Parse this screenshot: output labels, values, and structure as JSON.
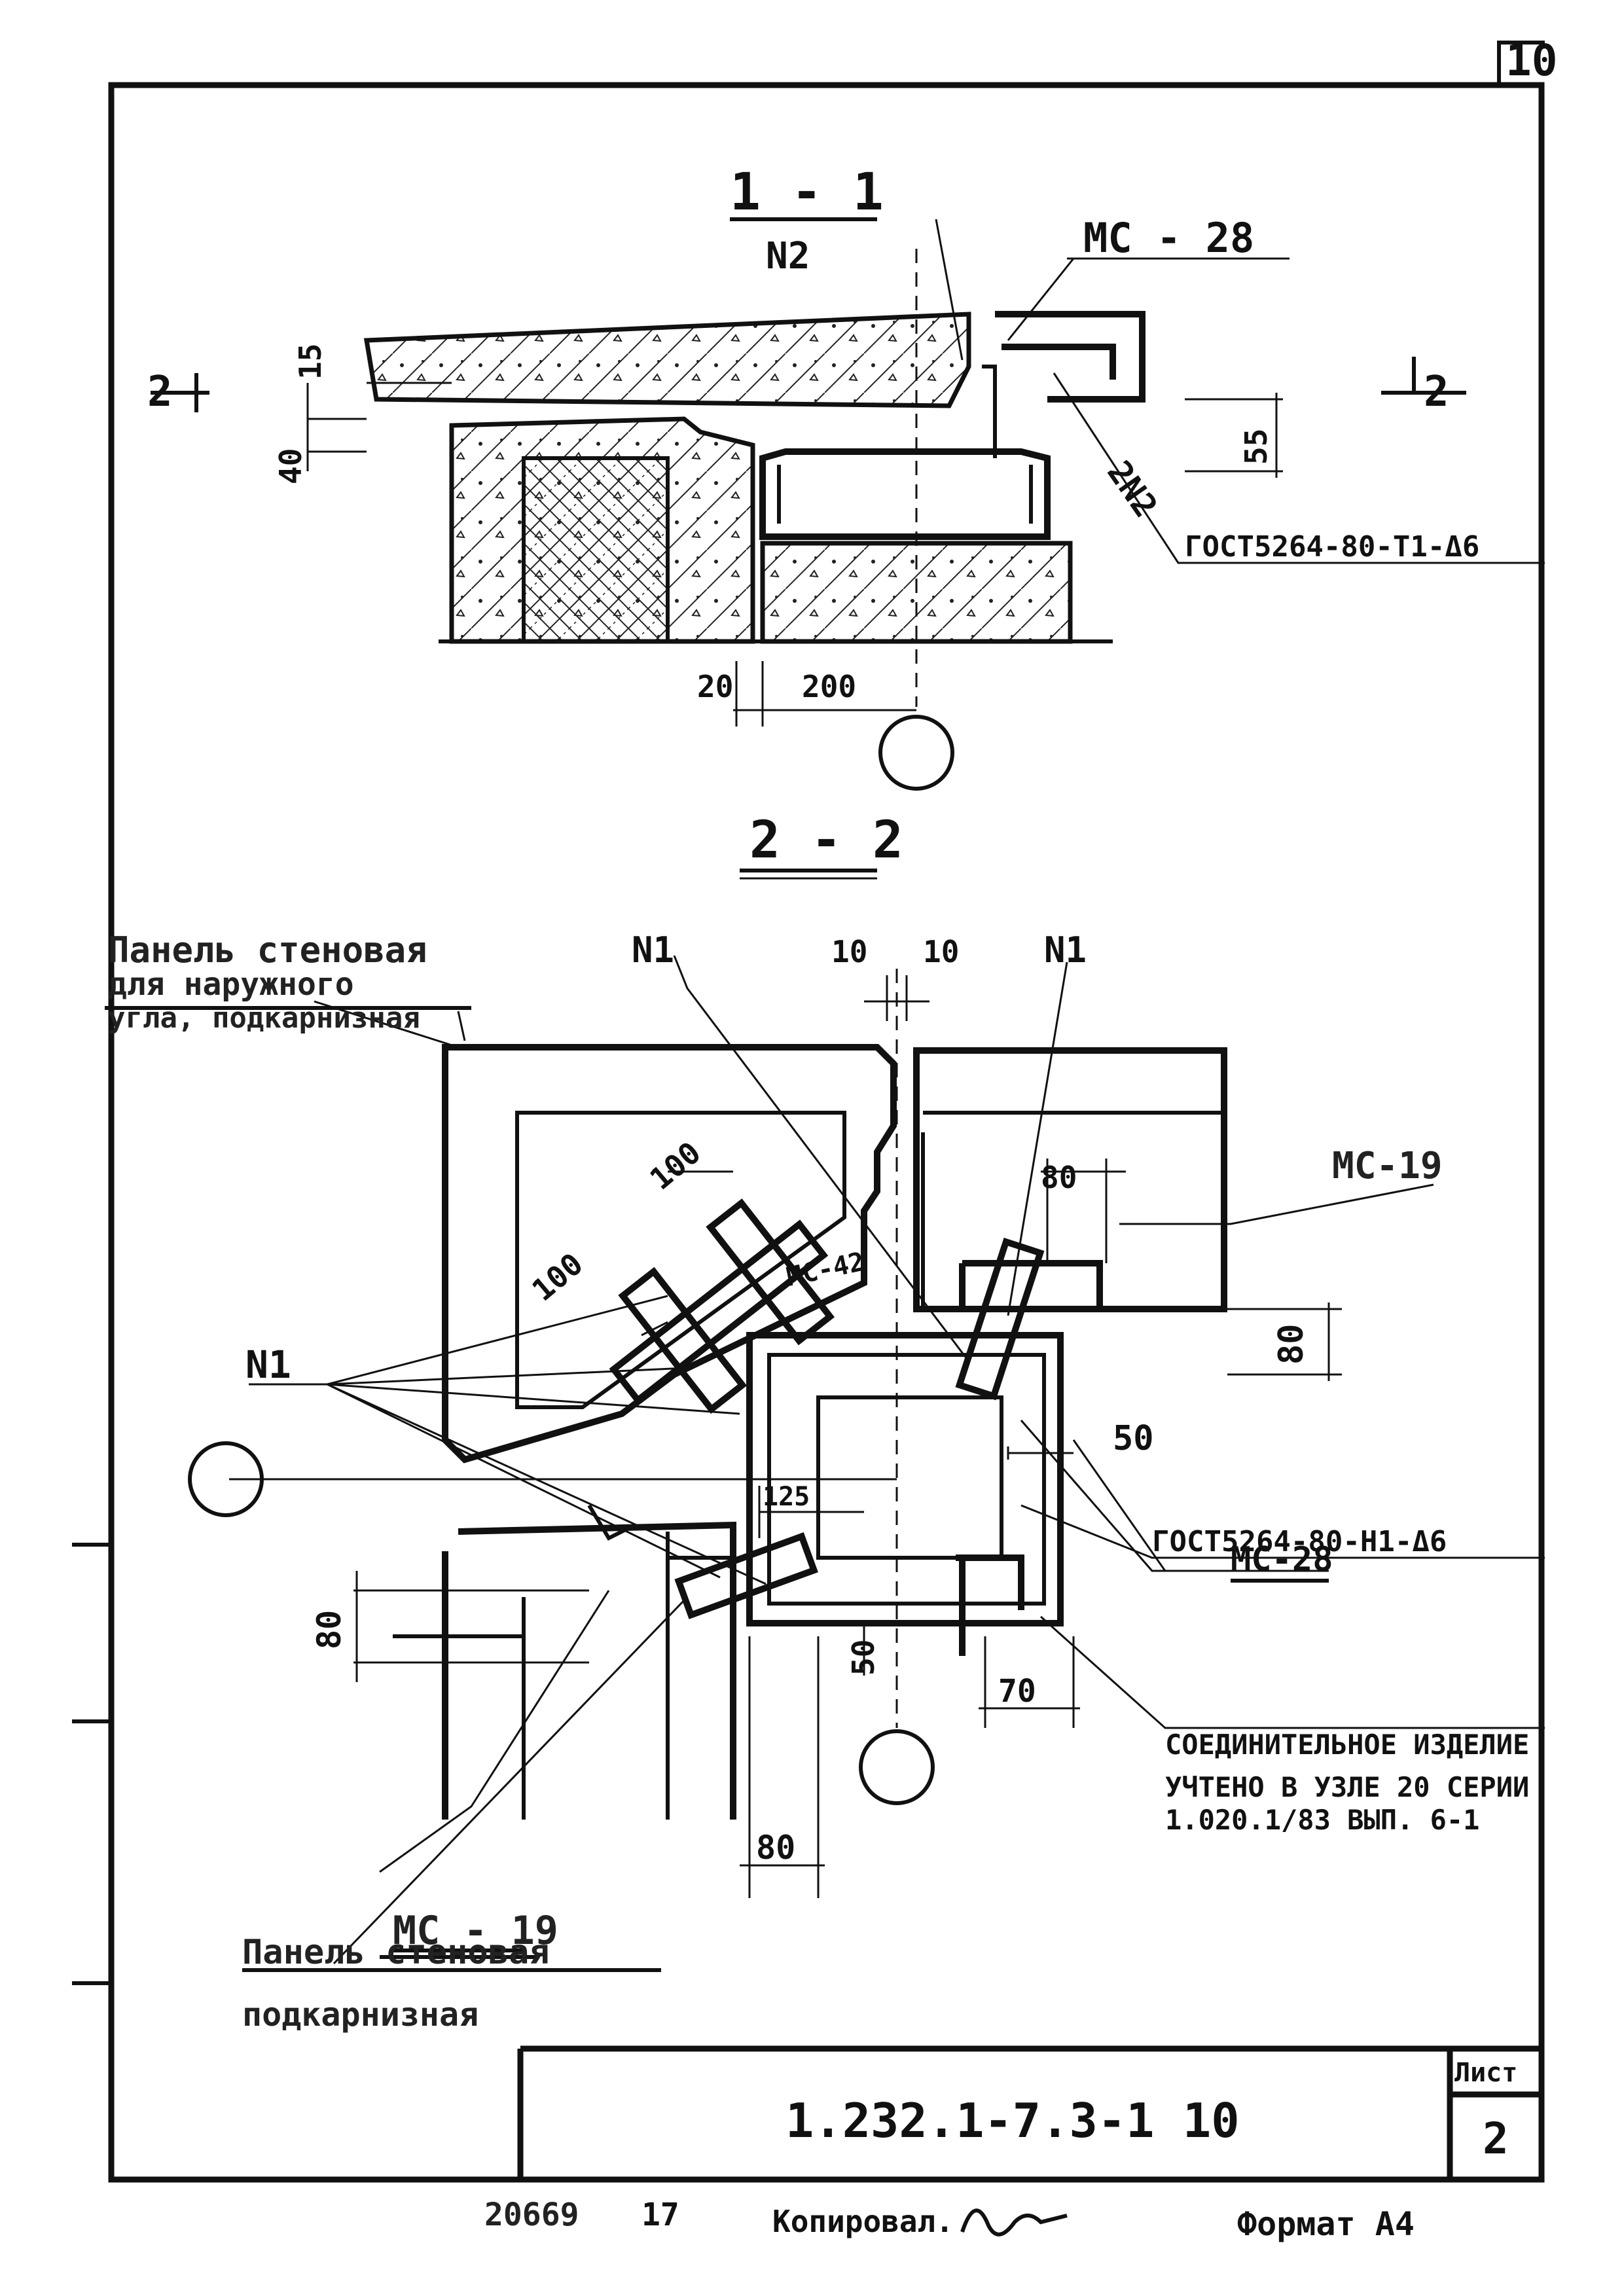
{
  "sheet": {
    "corner_number": "10",
    "code": "1.232.1-7.3-1  10",
    "list_label": "Лист",
    "list_number": "2",
    "bottom_code": "20669",
    "bottom_num": "17",
    "copied": "Копировал.",
    "format": "Формат А4"
  },
  "section_top": {
    "title": "1 - 1",
    "subtitle": "N2",
    "mc28": "МС - 28",
    "dim_15": "15",
    "dim_40": "40",
    "dim_55": "55",
    "dim_20": "20",
    "dim_200": "200",
    "mark_2_left": "2",
    "mark_2_right": "2",
    "weld_n2": "2N2",
    "gost": "ГОСТ5264-80-Т1-Δ6"
  },
  "section_bottom": {
    "title": "2 - 2",
    "panel_top_l1": "Панель стеновая",
    "panel_top_l2": "для наружного",
    "panel_top_l3": "угла, подкарнизная",
    "n1_a": "N1",
    "n1_b": "N1",
    "n1_left": "N1",
    "dim_10a": "10",
    "dim_10b": "10",
    "dim_100a": "100",
    "dim_100b": "100",
    "mc42": "МС-42",
    "dim_80_top": "80",
    "mc19_top": "МС-19",
    "dim_80_right": "80",
    "dim_50_right": "50",
    "dim_125": "125",
    "gost": "ГОСТ5264-80-Н1-Δ6",
    "dim_80_left": "80",
    "dim_50_bottom": "50",
    "mc28": "МС-28",
    "dim_70": "70",
    "connector": "СОЕДИНИТЕЛЬНОЕ ИЗДЕЛИЕ",
    "note_l1": "УЧТЕНО В УЗЛЕ 20 СЕРИИ",
    "note_l2": "1.020.1/83 ВЫП. 6-1",
    "dim_80_bottom": "80",
    "mc19_bottom": "МС - 19",
    "panel_bot_l1": "Панель стеновая",
    "panel_bot_l2": "подкарнизная"
  }
}
